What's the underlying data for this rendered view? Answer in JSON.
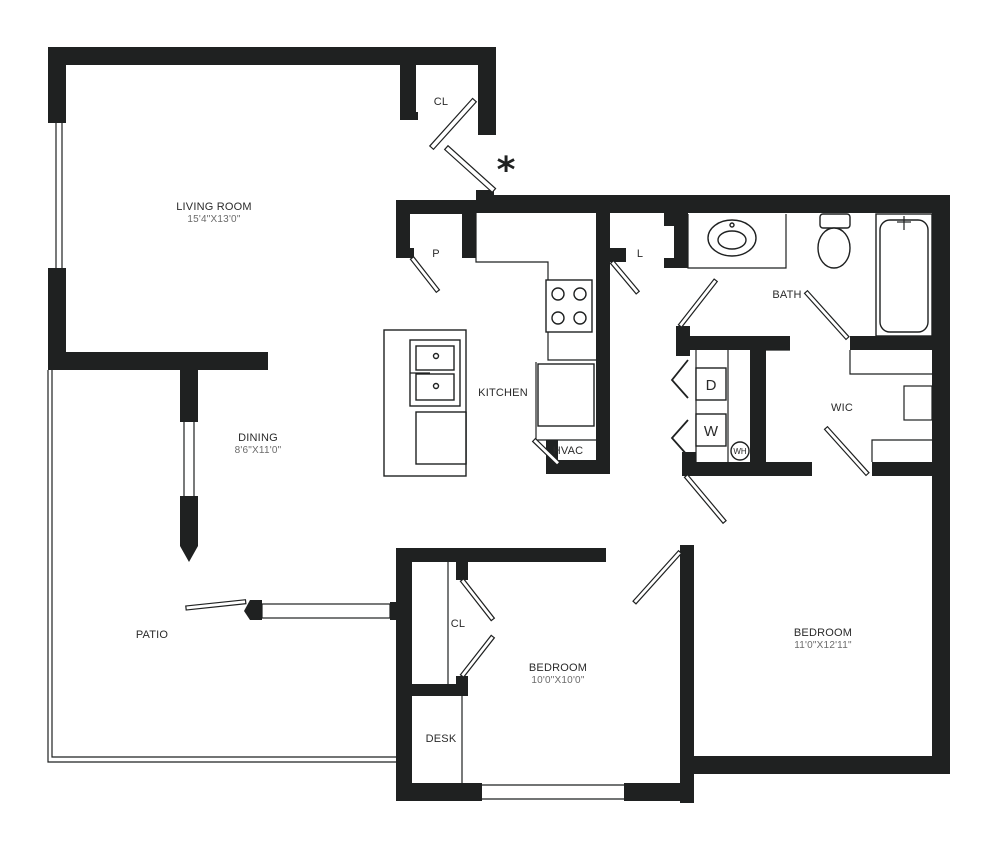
{
  "rooms": {
    "living": {
      "name": "LIVING ROOM",
      "dims": "15'4\"X13'0\""
    },
    "dining": {
      "name": "DINING",
      "dims": "8'6\"X11'0\""
    },
    "kitchen": {
      "name": "KITCHEN"
    },
    "bath": {
      "name": "BATH"
    },
    "wic": {
      "name": "WIC"
    },
    "patio": {
      "name": "PATIO"
    },
    "bedroom2": {
      "name": "BEDROOM",
      "dims": "10'0\"X10'0\""
    },
    "bedroom1": {
      "name": "BEDROOM",
      "dims": "11'0\"X12'11\""
    }
  },
  "small_labels": {
    "closet_living": "CL",
    "pantry": "P",
    "linen": "L",
    "hvac": "HVAC",
    "closet_bedroom": "CL",
    "desk": "DESK",
    "dryer": "D",
    "washer": "W",
    "water_heater": "WH"
  },
  "entry_marker": "*",
  "colors": {
    "wall": "#1f2121",
    "background": "#ffffff",
    "label": "#2a2a2a",
    "dimension": "#6b6b6b"
  }
}
